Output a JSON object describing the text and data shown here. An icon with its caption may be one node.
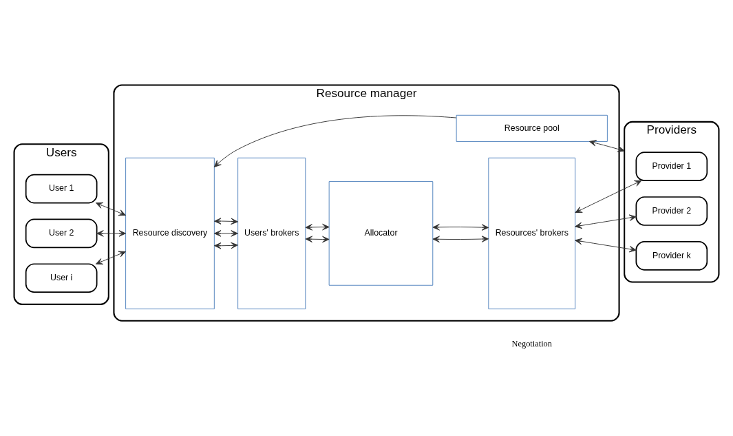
{
  "diagram": {
    "nodes": [
      {
        "text": [
          "Users"
        ]
      },
      {
        "text": [
          "User 1"
        ],
        "in": 0
      },
      {
        "text": [
          "User 2"
        ],
        "in": 0
      },
      {
        "text": [
          "User i"
        ],
        "in": 0
      },
      {
        "text": [
          "Resource manager"
        ]
      },
      {
        "text": [
          "Resource discovery"
        ],
        "in": 4
      },
      {
        "text": [
          "Users' brokers"
        ],
        "in": 4
      },
      {
        "text": [
          "Allocator"
        ],
        "in": 4
      },
      {
        "text": [
          "Resources' brokers"
        ],
        "in": 4
      },
      {
        "text": [
          "Resource pool"
        ],
        "in": 4
      },
      {
        "text": [
          "Providers"
        ]
      },
      {
        "text": [
          "Provider 1"
        ],
        "in": 10
      },
      {
        "text": [
          "Provider 2"
        ],
        "in": 10
      },
      {
        "text": [
          "Provider k"
        ],
        "in": 10
      }
    ],
    "edges": [
      {
        "from": 1,
        "to": 5,
        "arrow": "both"
      },
      {
        "from": 2,
        "to": 5,
        "arrow": "both"
      },
      {
        "from": 3,
        "to": 5,
        "arrow": "both"
      },
      {
        "from": 5,
        "to": 6,
        "arrow": "both"
      },
      {
        "from": 5,
        "to": 6,
        "arrow": "both"
      },
      {
        "from": 5,
        "to": 6,
        "arrow": "both"
      },
      {
        "from": 6,
        "to": 7,
        "arrow": "both"
      },
      {
        "from": 6,
        "to": 7,
        "arrow": "both"
      },
      {
        "from": 7,
        "to": 8,
        "arrow": "both"
      },
      {
        "from": 7,
        "to": 8,
        "arrow": "both"
      },
      {
        "from": 8,
        "to": 11,
        "arrow": "both"
      },
      {
        "from": 8,
        "to": 12,
        "arrow": "both"
      },
      {
        "from": 8,
        "to": 13,
        "arrow": "both"
      },
      {
        "from": 9,
        "to": 5,
        "arrow": "to"
      },
      {
        "from": 9,
        "to": 10,
        "arrow": "both"
      }
    ],
    "labels": [
      "Negotiation"
    ]
  }
}
